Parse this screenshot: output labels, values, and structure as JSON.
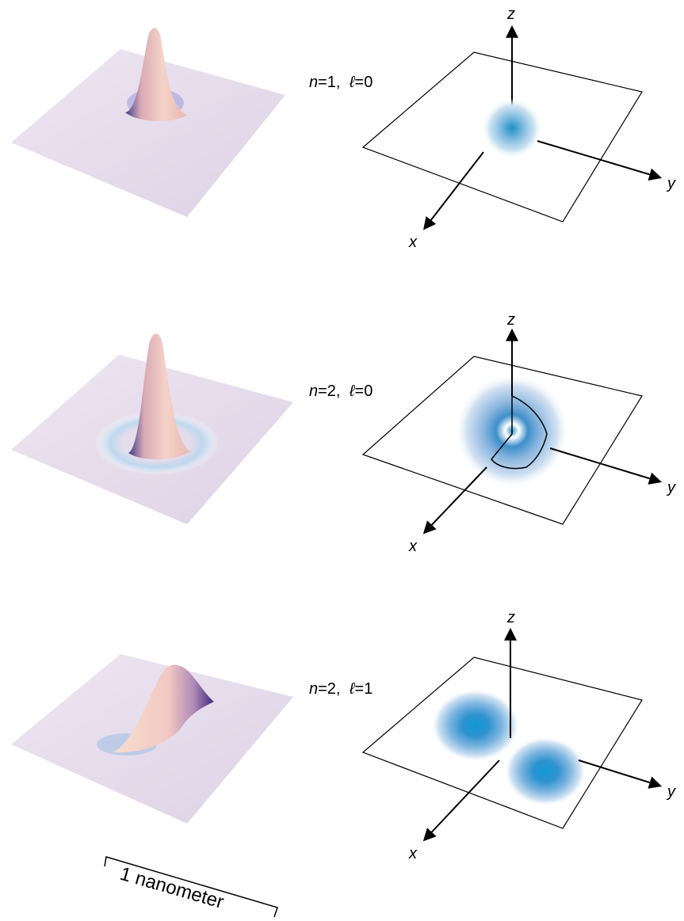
{
  "rows": [
    {
      "n": "n",
      "n_val": "=1,",
      "l": "ℓ",
      "l_val": "=0"
    },
    {
      "n": "n",
      "n_val": "=2,",
      "l": "ℓ",
      "l_val": "=0"
    },
    {
      "n": "n",
      "n_val": "=2,",
      "l": "ℓ",
      "l_val": "=1"
    }
  ],
  "axes": {
    "x": "x",
    "y": "y",
    "z": "z"
  },
  "scale_bar": {
    "label": "1 nanometer"
  },
  "colors": {
    "surface": "#e9e0ef",
    "peak": "#f3cdc8",
    "shading_blue": "#2a8fc4",
    "line": "#000000"
  }
}
